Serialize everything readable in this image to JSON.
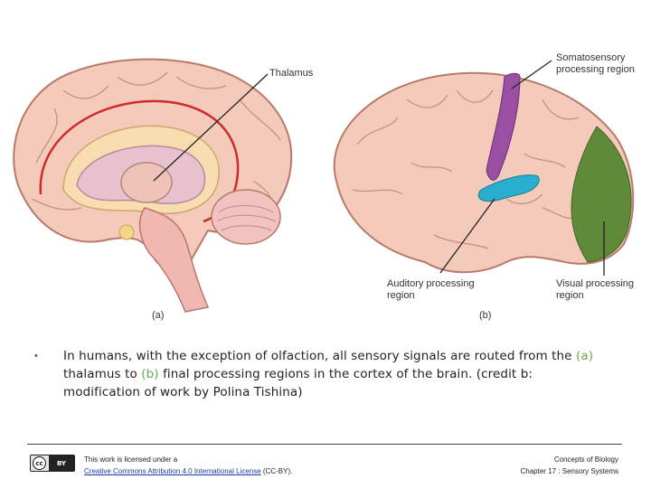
{
  "figure": {
    "labels": {
      "thalamus": "Thalamus",
      "somatosensory": [
        "Somatosensory",
        "processing region"
      ],
      "auditory": [
        "Auditory processing",
        "region"
      ],
      "visual": [
        "Visual processing",
        "region"
      ],
      "panel_a": "(a)",
      "panel_b": "(b)"
    }
  },
  "caption": {
    "bullet": "•",
    "part1": "In humans, with the exception of olfaction, all sensory signals are routed from the",
    "ref_a": "(a)",
    "part2": "thalamus to",
    "ref_b": "(b)",
    "part3": "final processing regions in the cortex of the brain. (credit b: modification of work by Polina Tishina)"
  },
  "footer": {
    "badge_left": "cc",
    "badge_right": "BY",
    "license_line1": "This work is licensed under a",
    "license_link": "Creative Commons Attribution 4.0 International License",
    "license_suffix": " (CC-BY).",
    "course_line1": "Concepts of Biology",
    "course_line2": "Chapter 17 : Sensory Systems"
  },
  "colors": {
    "brain_tissue": "#f2c8b6",
    "brain_outline": "#b77a6a",
    "somatosensory": "#9b4fa3",
    "auditory": "#2aaed0",
    "visual": "#5f8a3a",
    "highlight_text": "#6aa84f"
  }
}
